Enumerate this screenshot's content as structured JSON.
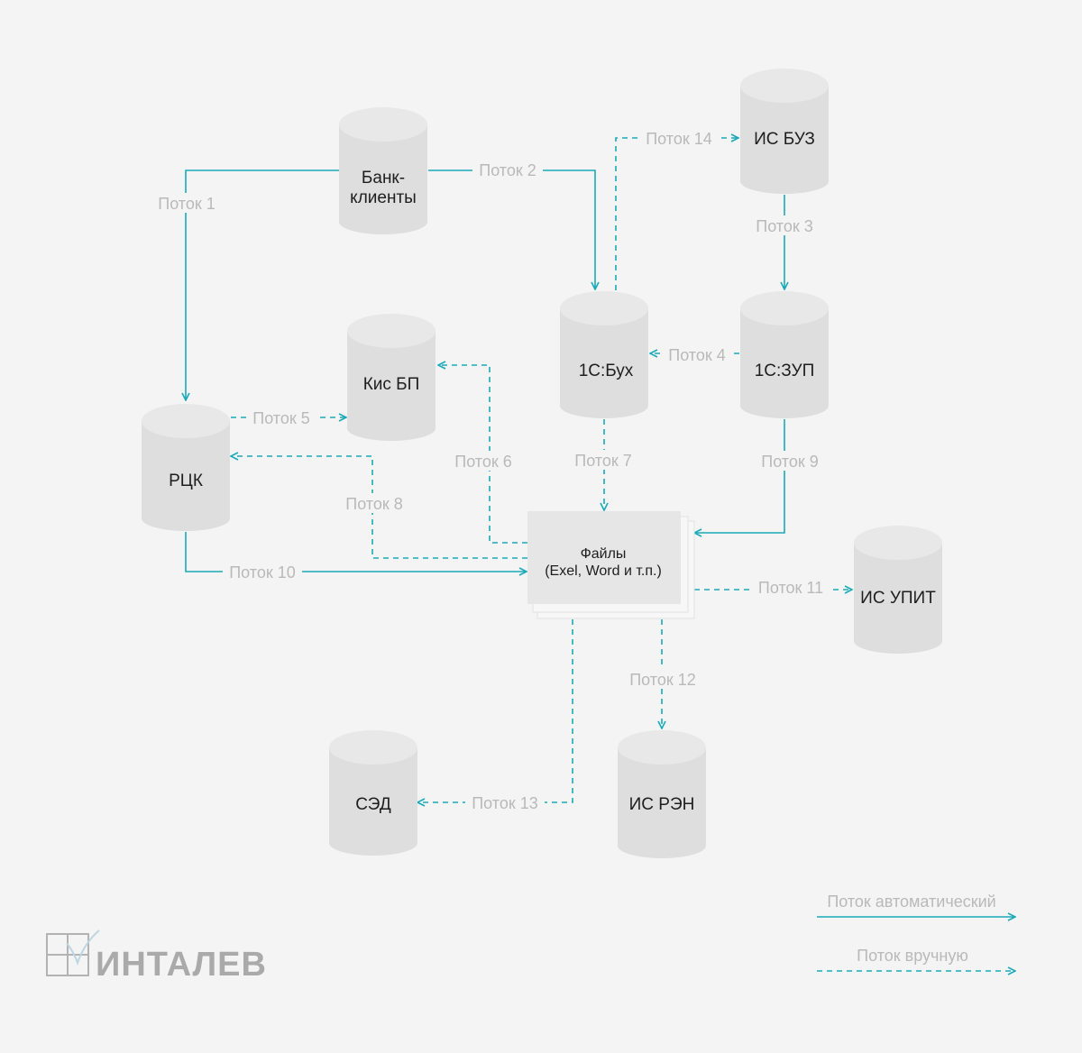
{
  "nodes": {
    "bank": [
      "Банк-",
      "клиенты"
    ],
    "buz": [
      "ИС БУЗ"
    ],
    "kis": [
      "Кис БП"
    ],
    "buh": [
      "1С:Бух"
    ],
    "zup": [
      "1С:ЗУП"
    ],
    "rck": [
      "РЦК"
    ],
    "upit": [
      "ИС УПИТ"
    ],
    "sed": [
      "СЭД"
    ],
    "ren": [
      "ИС РЭН"
    ]
  },
  "files": [
    "Файлы",
    "(Exel, Word и т.п.)"
  ],
  "flows": {
    "f1": "Поток 1",
    "f2": "Поток 2",
    "f3": "Поток 3",
    "f4": "Поток 4",
    "f5": "Поток 5",
    "f6": "Поток 6",
    "f7": "Поток 7",
    "f8": "Поток 8",
    "f9": "Поток 9",
    "f10": "Поток 10",
    "f11": "Поток 11",
    "f12": "Поток 12",
    "f13": "Поток 13",
    "f14": "Поток 14"
  },
  "legend": {
    "auto": "Поток автоматический",
    "manual": "Поток вручную"
  },
  "logo": "ИНТАЛЕВ",
  "colors": {
    "accent": "#19a9b8",
    "label": "#b9b9b9",
    "node": "#dedede"
  }
}
